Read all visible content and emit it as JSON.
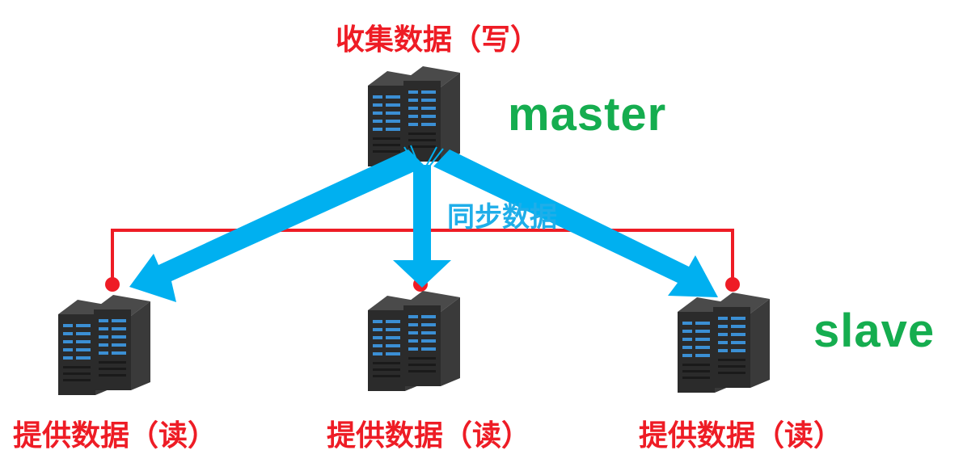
{
  "master": {
    "label": "master",
    "caption": "收集数据（写）"
  },
  "sync_label": "同步数据",
  "slaves": {
    "label": "slave",
    "captions": [
      "提供数据（读）",
      "提供数据（读）",
      "提供数据（读）"
    ]
  },
  "colors": {
    "caption": "#ee1c25",
    "role_label": "#15ad4f",
    "sync_arrow": "#00b0f0",
    "read_link": "#ee1c25",
    "server_body": "#2e2e2e",
    "server_led": "#3a8fd0"
  },
  "icons": [
    "server-icon",
    "sync-arrow",
    "read-bus-line"
  ]
}
